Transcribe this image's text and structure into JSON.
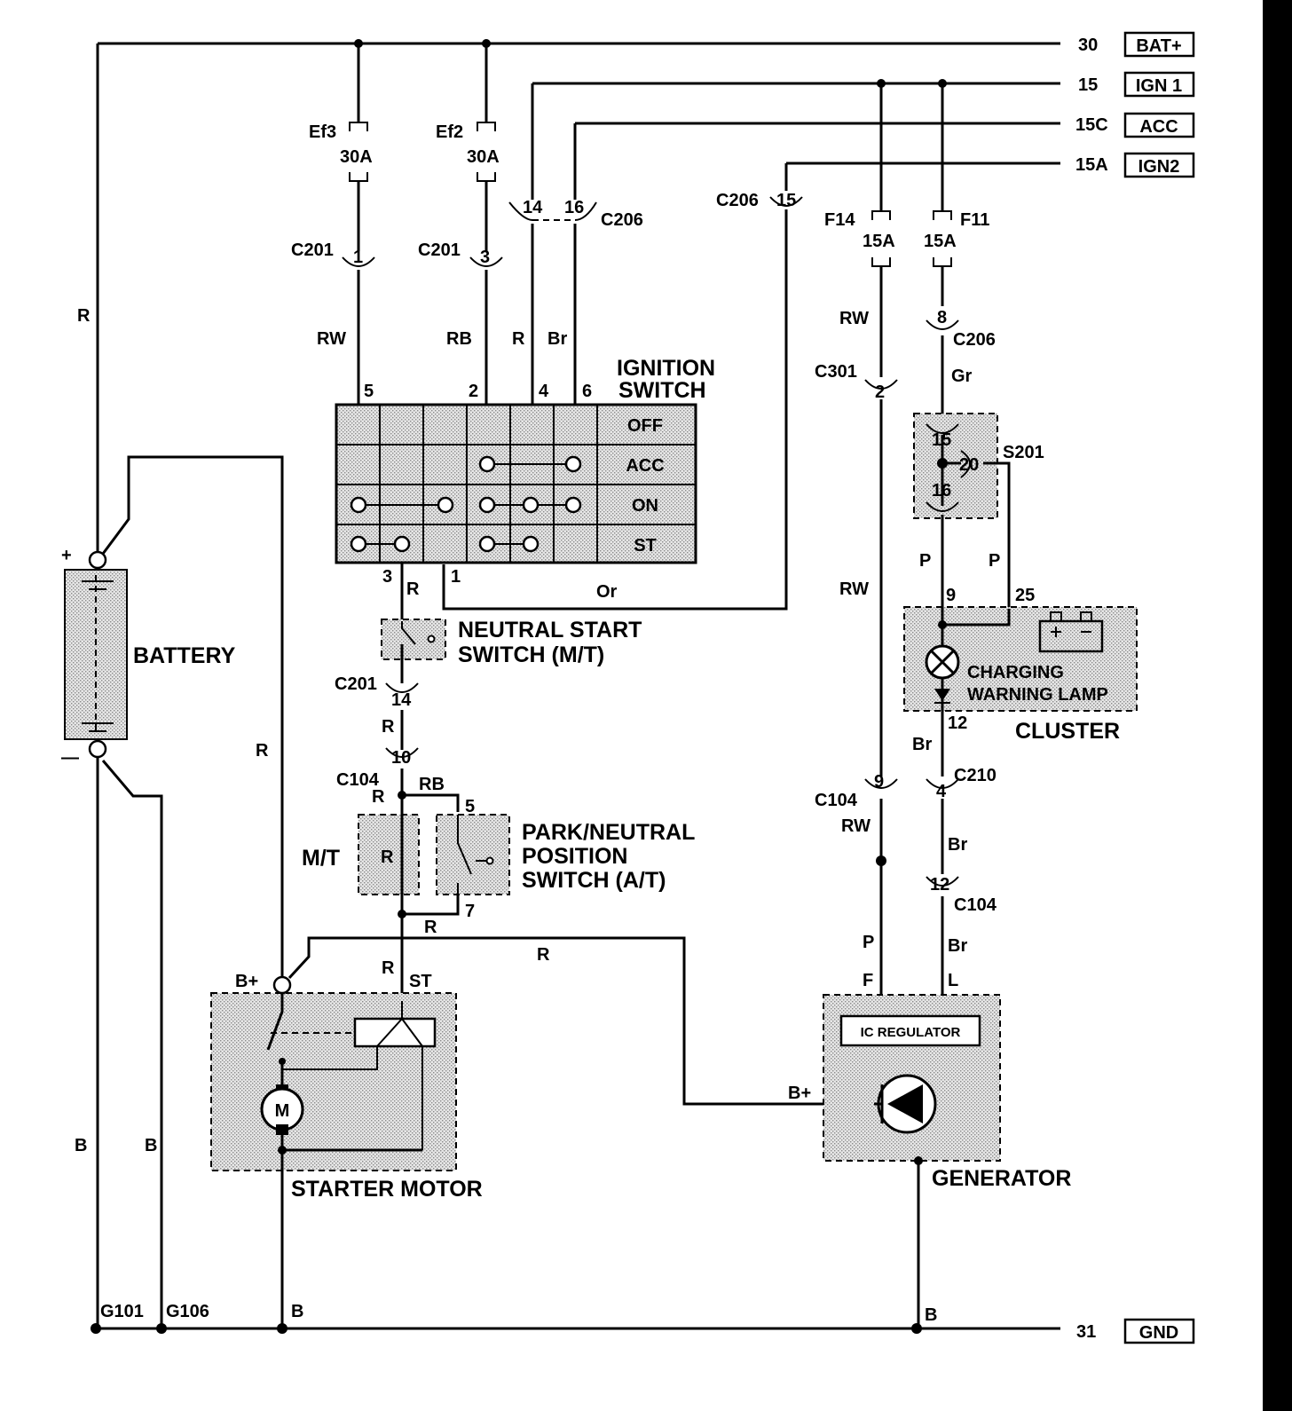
{
  "rails": [
    {
      "num": "30",
      "tag": "BAT+"
    },
    {
      "num": "15",
      "tag": "IGN 1"
    },
    {
      "num": "15C",
      "tag": "ACC"
    },
    {
      "num": "15A",
      "tag": "IGN2"
    },
    {
      "num": "31",
      "tag": "GND"
    }
  ],
  "fuses": {
    "ef3": {
      "name": "Ef3",
      "rating": "30A"
    },
    "ef2": {
      "name": "Ef2",
      "rating": "30A"
    },
    "f14": {
      "name": "F14",
      "rating": "15A"
    },
    "f11": {
      "name": "F11",
      "rating": "15A"
    }
  },
  "connectors": {
    "c201_1": {
      "name": "C201",
      "pin": "1"
    },
    "c201_3": {
      "name": "C201",
      "pin": "3"
    },
    "c201_14": {
      "name": "C201",
      "pin": "14"
    },
    "c206_pair": {
      "name": "C206",
      "pin_a": "14",
      "pin_b": "16"
    },
    "c206_15": {
      "name": "C206",
      "pin": "15"
    },
    "c206_8": {
      "name": "C206",
      "pin": "8"
    },
    "c301_2": {
      "name": "C301",
      "pin": "2"
    },
    "c104_10": {
      "name": "C104",
      "pin": "10"
    },
    "c104_9": {
      "name": "C104",
      "pin": "9"
    },
    "c104_12": {
      "name": "C104",
      "pin": "12"
    },
    "c210_4": {
      "name": "C210",
      "pin": "4"
    }
  },
  "splice": {
    "name": "S201",
    "pins": [
      "15",
      "20",
      "16"
    ]
  },
  "wire_colors": {
    "r_battery": "R",
    "rw_ef3": "RW",
    "rb_ef2": "RB",
    "r_acc": "R",
    "br_acc": "Br",
    "or_ign2": "Or",
    "r_sw3": "R",
    "r_nss": "R",
    "r_c104": "R",
    "rb_pn": "RB",
    "r_pn7": "R",
    "r_st": "R",
    "r_bplus": "R",
    "r_gen": "R",
    "rw_f14": "RW",
    "rw_c301": "RW",
    "rw_c104": "RW",
    "p_f": "P",
    "gr_c206": "Gr",
    "p_left": "P",
    "p_right": "P",
    "br_12": "Br",
    "br_4": "Br",
    "br_l": "Br",
    "b_left": "B",
    "b_mid": "B",
    "b_starter": "B",
    "b_gen": "B"
  },
  "ignition_switch": {
    "title_line1": "IGNITION",
    "title_line2": "SWITCH",
    "positions": [
      "OFF",
      "ACC",
      "ON",
      "ST"
    ],
    "top_pins": [
      "5",
      "2",
      "4",
      "6"
    ],
    "bottom_pins": [
      "3",
      "1"
    ]
  },
  "components": {
    "battery": "BATTERY",
    "battery_plus": "+",
    "battery_minus": "—",
    "neutral_start_line1": "NEUTRAL START",
    "neutral_start_line2": "SWITCH (M/T)",
    "pn_line1": "PARK/NEUTRAL",
    "pn_line2": "POSITION",
    "pn_line3": "SWITCH (A/T)",
    "pn_pin5": "5",
    "pn_pin7": "7",
    "mt_label": "M/T",
    "mt_wire": "R",
    "starter": "STARTER MOTOR",
    "starter_bplus": "B+",
    "starter_st": "ST",
    "motor_symbol": "M",
    "generator": "GENERATOR",
    "gen_bplus": "B+",
    "gen_f": "F",
    "gen_l": "L",
    "ic_regulator": "IC REGULATOR",
    "cluster": "CLUSTER",
    "lamp_line1": "CHARGING",
    "lamp_line2": "WARNING LAMP",
    "cluster_pin9": "9",
    "cluster_pin25": "25",
    "cluster_pin12": "12"
  },
  "grounds": {
    "g101": "G101",
    "g106": "G106"
  }
}
